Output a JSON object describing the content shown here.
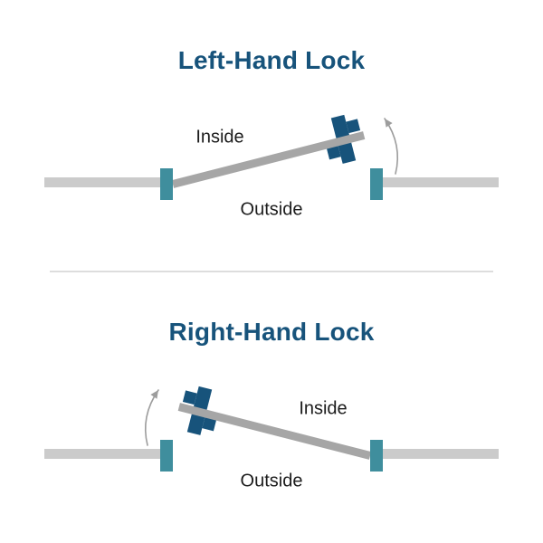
{
  "colors": {
    "background": "#ffffff",
    "navy": "#17537b",
    "teal": "#3f8e9d",
    "door_gray": "#a6a6a6",
    "wall_gray": "#cbcbcb",
    "arrow_gray": "#9d9d9d",
    "divider_gray": "#dddddd",
    "label_text": "#1c1c1c"
  },
  "diagrams": [
    {
      "title": "Left-Hand Lock",
      "inside_label": "Inside",
      "outside_label": "Outside",
      "hinge_side": "left"
    },
    {
      "title": "Right-Hand Lock",
      "inside_label": "Inside",
      "outside_label": "Outside",
      "hinge_side": "right"
    }
  ]
}
